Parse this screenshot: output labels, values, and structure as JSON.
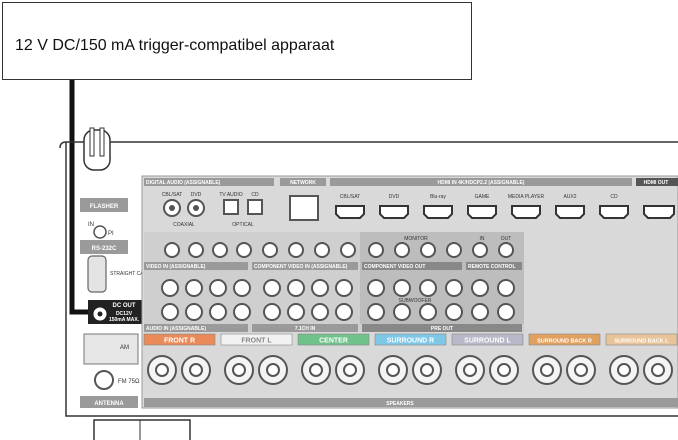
{
  "callout": {
    "text": "12 V DC/150 mA trigger-compatibel apparaat"
  },
  "panel": {
    "flasher": {
      "title": "FLASHER",
      "in_label": "IN",
      "pi_label": "PI"
    },
    "rs232c": {
      "title": "RS-232C",
      "note": "STRAIGHT CABLE"
    },
    "dc_out": {
      "title": "DC OUT",
      "spec_line1": "DC12V",
      "spec_line2": "150mA MAX."
    },
    "antenna": {
      "title": "ANTENNA",
      "am": "AM",
      "fm": "FM 75Ω"
    },
    "digital_audio": {
      "title": "DIGITAL AUDIO (ASSIGNABLE)",
      "coaxial": "COAXIAL",
      "optical": "OPTICAL",
      "inputs": [
        "CBL/SAT",
        "DVD",
        "TV AUDIO",
        "CD"
      ]
    },
    "network": {
      "title": "NETWORK"
    },
    "hdmi_in": {
      "title": "HDMI IN 4K/HDCP2.2 (ASSIGNABLE)",
      "inputs": [
        "CBL/SAT",
        "DVD",
        "Blu-ray",
        "GAME",
        "MEDIA PLAYER",
        "AUX2",
        "CD"
      ]
    },
    "hdmi_out": {
      "title": "HDMI OUT"
    },
    "video_in": {
      "title": "VIDEO IN (ASSIGNABLE)"
    },
    "component_in": {
      "title": "COMPONENT VIDEO IN (ASSIGNABLE)"
    },
    "component_out": {
      "title": "COMPONENT VIDEO OUT",
      "monitor": "MONITOR"
    },
    "remote": {
      "title": "REMOTE CONTROL",
      "in": "IN",
      "out": "OUT"
    },
    "audio_in": {
      "title": "AUDIO IN (ASSIGNABLE)"
    },
    "ch71_in": {
      "title": "7.1CH IN"
    },
    "pre_out": {
      "title": "PRE OUT",
      "subwoofer": "SUBWOOFER"
    },
    "speakers": {
      "title": "SPEAKERS",
      "channels": [
        {
          "label": "FRONT R",
          "color": "#e98a58"
        },
        {
          "label": "FRONT L",
          "color": "#f2f2f2"
        },
        {
          "label": "CENTER",
          "color": "#6fc28a"
        },
        {
          "label": "SURROUND R",
          "color": "#7fc7e6"
        },
        {
          "label": "SURROUND L",
          "color": "#b8b8c8"
        },
        {
          "label": "SURROUND BACK R",
          "color": "#e0a060"
        },
        {
          "label": "SURROUND BACK L",
          "color": "#e8c49a"
        }
      ]
    }
  },
  "colors": {
    "panel": "#d9d9d9",
    "label_bar": "#9a9a9a",
    "dc_out_box": "#222222",
    "jack_ring": "#555555"
  }
}
